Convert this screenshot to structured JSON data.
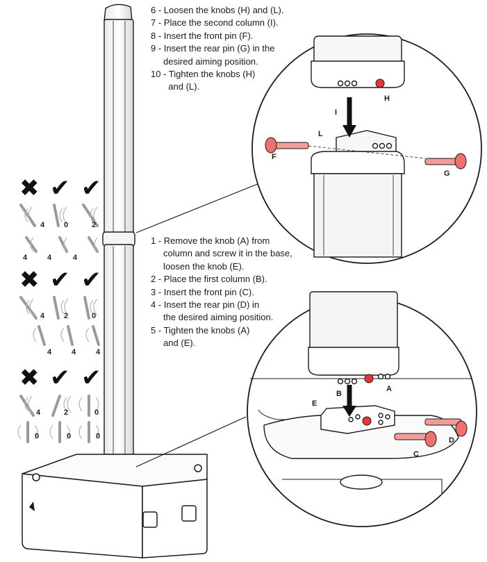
{
  "steps_top": [
    "6 - Loosen the knobs (H) and (L).",
    "7 - Place the second column (I).",
    "8 - Insert the front pin (F).",
    "9 - Insert the rear pin (G) in the",
    "     desired aiming position.",
    "10 - Tighten the knobs (H)",
    "       and (L)."
  ],
  "steps_bottom": [
    "1 - Remove the knob (A) from",
    "     column and screw it in the base,",
    "     loosen the knob (E).",
    "2 - Place the first column (B).",
    "3 - Insert the front pin (C).",
    "4 - Insert the rear pin (D) in",
    "     the desired aiming position.",
    "5 - Tighten the knobs (A)",
    "     and (E)."
  ],
  "callouts": {
    "H": "H",
    "I": "I",
    "L": "L",
    "F": "F",
    "G": "G",
    "A": "A",
    "B": "B",
    "E": "E",
    "D": "D",
    "C": "C"
  },
  "aiming_groups": [
    {
      "marks": [
        "✖",
        "✔",
        "✔"
      ],
      "top_digits": [
        "4",
        "0",
        "2"
      ],
      "bottom_digits": [
        "4",
        "4",
        "4"
      ]
    },
    {
      "marks": [
        "✖",
        "✔",
        "✔"
      ],
      "top_digits": [
        "4",
        "2",
        "0"
      ],
      "bottom_digits": [
        "4",
        "4",
        "4"
      ]
    },
    {
      "marks": [
        "✖",
        "✔",
        "✔"
      ],
      "top_digits": [
        "4",
        "2",
        "0"
      ],
      "bottom_digits": [
        "0",
        "0",
        "0"
      ]
    }
  ],
  "colors": {
    "line": "#1a1a1a",
    "knob_red": "#e8353a",
    "pin_red": "#f07070",
    "wave_gray": "#9a9a9a",
    "bar_gray": "#b0b0b0"
  }
}
